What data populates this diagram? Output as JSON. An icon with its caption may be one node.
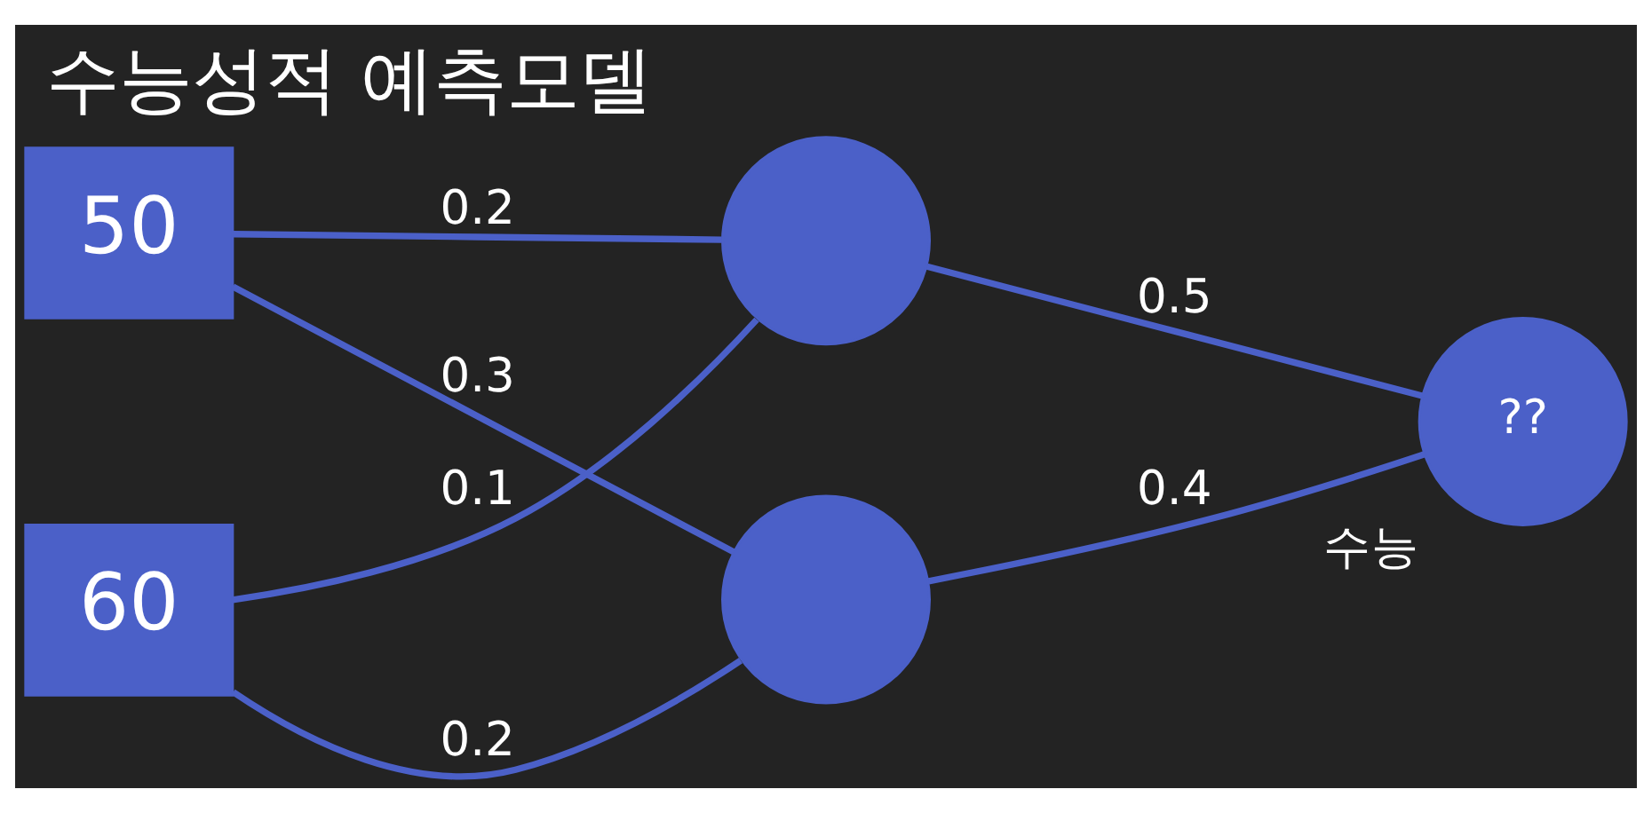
{
  "diagram": {
    "title": "수능성적 예측모델",
    "nodes": [
      {
        "text": [
          "50"
        ]
      },
      {
        "text": [
          "60"
        ]
      },
      {
        "text": [],
        "shape": "circle"
      },
      {
        "text": [],
        "shape": "circle"
      },
      {
        "text": [
          "??"
        ],
        "beside": [
          "수능"
        ]
      }
    ],
    "edges": [
      {
        "from": 0,
        "to": 2,
        "arrow": "none",
        "label": "0.2"
      },
      {
        "from": 0,
        "to": 3,
        "arrow": "none",
        "label": "0.3"
      },
      {
        "from": 1,
        "to": 2,
        "arrow": "none",
        "label": "0.1"
      },
      {
        "from": 1,
        "to": 3,
        "arrow": "none",
        "label": "0.2"
      },
      {
        "from": 2,
        "to": 4,
        "arrow": "none",
        "label": "0.5"
      },
      {
        "from": 3,
        "to": 4,
        "arrow": "none",
        "label": "0.4"
      }
    ]
  }
}
